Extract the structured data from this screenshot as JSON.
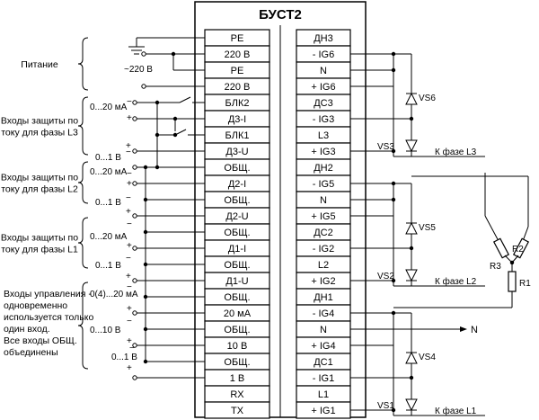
{
  "title": "БУСТ2",
  "left_terminals": [
    "PE",
    "220 В",
    "PE",
    "220 В",
    "БЛК2",
    "Д3-I",
    "БЛК1",
    "Д3-U",
    "ОБЩ.",
    "Д2-I",
    "ОБЩ.",
    "Д2-U",
    "ОБЩ.",
    "Д1-I",
    "ОБЩ.",
    "Д1-U",
    "ОБЩ.",
    "20 мА",
    "ОБЩ.",
    "10 В",
    "ОБЩ.",
    "1 В",
    "RX",
    "TX"
  ],
  "right_terminals": [
    "ДН3",
    "- IG6",
    "N",
    "+ IG6",
    "ДС3",
    "- IG3",
    "L3",
    "+ IG3",
    "ДН2",
    "- IG5",
    "N",
    "+ IG5",
    "ДС2",
    "- IG2",
    "L2",
    "+ IG2",
    "ДН1",
    "- IG4",
    "N",
    "+ IG4",
    "ДС1",
    "- IG1",
    "L1",
    "+ IG1"
  ],
  "groups": [
    {
      "lines": [
        "Питание"
      ]
    },
    {
      "lines": [
        "Входы защиты по",
        "току для фазы L3"
      ]
    },
    {
      "lines": [
        "Входы защиты по",
        "току для фазы L2"
      ]
    },
    {
      "lines": [
        "Входы защиты по",
        "току для фазы L1"
      ]
    },
    {
      "lines": [
        "Входы управления -",
        "одновременно",
        "используется только",
        "один вход.",
        "Все входы ОБЩ.",
        "объединены"
      ]
    }
  ],
  "input_labels": {
    "v220": "~220 В",
    "l3_ma": "0...20 мА",
    "l3_v": "0...1 В",
    "l2_ma": "0...20 мА",
    "l2_v": "0...1 В",
    "l1_ma": "0...20 мА",
    "l1_v": "0...1 В",
    "ctrl_ma": "0(4)...20 мА",
    "ctrl_10v": "0...10 В",
    "ctrl_1v": "0...1 В"
  },
  "signs": {
    "minus": "−",
    "plus": "+"
  },
  "thyristors": [
    "VS6",
    "VS3",
    "VS5",
    "VS2",
    "VS4",
    "VS1"
  ],
  "phase_labels": [
    "К фазе L3",
    "К фазе L2",
    "К фазе L1"
  ],
  "neutral_label": "N",
  "resistors": [
    "R1",
    "R2",
    "R3"
  ]
}
